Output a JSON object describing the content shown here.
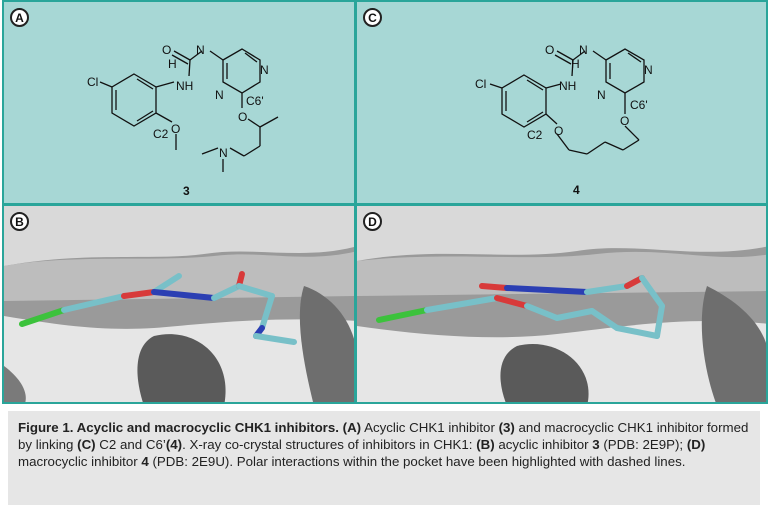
{
  "panels": {
    "a": {
      "label": "A",
      "compound": "3",
      "atoms": {
        "nh_top": "H",
        "n_top": "N",
        "o": "O",
        "nh": "NH",
        "cl": "Cl",
        "n_ring1": "N",
        "n_ring2": "N",
        "c6p": "C6'",
        "c2": "C2",
        "o_me": "O",
        "o_ether": "O",
        "n_amine": "N"
      }
    },
    "b": {
      "label": "B"
    },
    "c": {
      "label": "C",
      "compound": "4",
      "atoms": {
        "nh_top": "H",
        "n_top": "N",
        "o": "O",
        "nh": "NH",
        "cl": "Cl",
        "n_ring1": "N",
        "n_ring2": "N",
        "c6p": "C6'",
        "c2": "C2",
        "o_ar": "O",
        "o_ether": "O"
      }
    },
    "d": {
      "label": "D"
    }
  },
  "caption": {
    "title": "Figure 1. Acyclic and macrocyclic CHK1 inhibitors.",
    "s1": "(A)",
    "t1": " Acyclic CHK1 inhibitor ",
    "s2": "(3)",
    "t2": " and macrocyclic CHK1 inhibitor formed by linking ",
    "s3": "(C)",
    "t3": " C2 and C6’",
    "s4": "(4)",
    "t4": ". X-ray co-crystal structures of inhibitors in CHK1: ",
    "s5": "(B)",
    "t5": " acyclic inhibitor ",
    "s6": "3",
    "t6": " (PDB: 2E9P); ",
    "s7": "(D)",
    "t7": " macrocyclic inhibitor ",
    "s8": "4",
    "t8": " (PDB: 2E9U). Polar interactions within the pocket have been highlighted with dashed lines."
  },
  "colors": {
    "panel_border": "#2aa59a",
    "chem_bg": "#a7d7d5",
    "caption_bg": "#e6e6e6",
    "carbon": "#78c0c8",
    "nitrogen": "#2b3fb3",
    "oxygen": "#d83a3a",
    "chlorine": "#3cc23c",
    "surface": "#e8e8e8"
  }
}
